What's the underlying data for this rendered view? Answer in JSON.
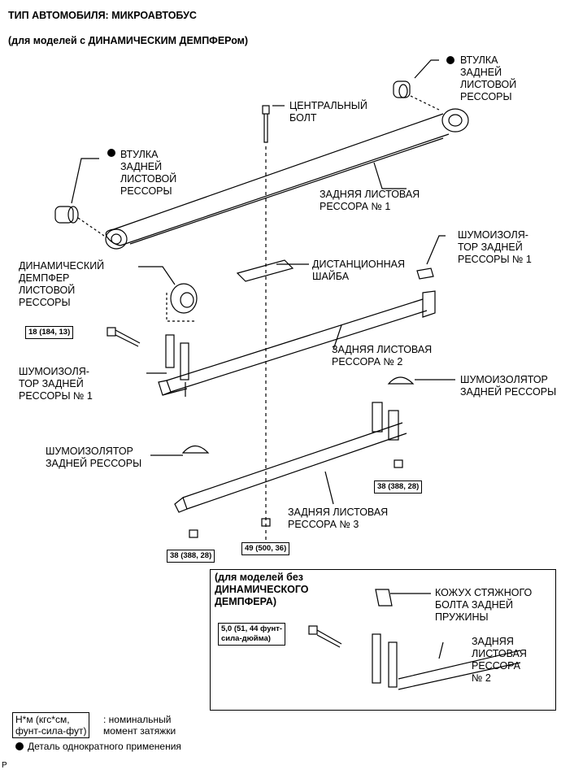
{
  "header": {
    "title": "ТИП АВТОМОБИЛЯ: МИКРОАВТОБУС",
    "subtitle": "(для моделей с ДИНАМИЧЕСКИМ ДЕМПФЕРом)"
  },
  "labels": {
    "bushing_top": [
      "ВТУЛКА",
      "ЗАДНЕЙ",
      "ЛИСТОВОЙ",
      "РЕССОРЫ"
    ],
    "center_bolt": [
      "ЦЕНТРАЛЬНЫЙ",
      "БОЛТ"
    ],
    "bushing_left": [
      "ВТУЛКА",
      "ЗАДНЕЙ",
      "ЛИСТОВОЙ",
      "РЕССОРЫ"
    ],
    "spring1": [
      "ЗАДНЯЯ ЛИСТОВАЯ",
      "РЕССОРА № 1"
    ],
    "insulator_no1_right": [
      "ШУМОИЗОЛЯ-",
      "ТОР ЗАДНЕЙ",
      "РЕССОРЫ № 1"
    ],
    "dynamic_damper": [
      "ДИНАМИЧЕСКИЙ",
      "ДЕМПФЕР",
      "ЛИСТОВОЙ",
      "РЕССОРЫ"
    ],
    "spacer": [
      "ДИСТАНЦИОННАЯ",
      "ШАЙБА"
    ],
    "spring2": [
      "ЗАДНЯЯ ЛИСТОВАЯ",
      "РЕССОРА № 2"
    ],
    "insulator_no1_left": [
      "ШУМОИЗОЛЯ-",
      "ТОР ЗАДНЕЙ",
      "РЕССОРЫ № 1"
    ],
    "insulator_right": [
      "ШУМОИЗОЛЯТОР",
      "ЗАДНЕЙ РЕССОРЫ"
    ],
    "insulator_left": [
      "ШУМОИЗОЛЯТОР",
      "ЗАДНЕЙ РЕССОРЫ"
    ],
    "spring3": [
      "ЗАДНЯЯ ЛИСТОВАЯ",
      "РЕССОРА № 3"
    ]
  },
  "torque": {
    "t1": "18 (184, 13)",
    "t2": "38 (388, 28)",
    "t3": "38 (388, 28)",
    "t4": "49 (500, 36)",
    "t5_line1": "5,0 (51, 44 фунт-",
    "t5_line2": "сила-дюйма)"
  },
  "inset": {
    "title": [
      "(для моделей без",
      "ДИНАМИЧЕСКОГО",
      "ДЕМПФЕРА)"
    ],
    "cover": [
      "КОЖУХ СТЯЖНОГО",
      "БОЛТА ЗАДНЕЙ",
      "ПРУЖИНЫ"
    ],
    "spring2": [
      "ЗАДНЯЯ",
      "ЛИСТОВАЯ",
      "РЕССОРА",
      "№ 2"
    ]
  },
  "legend": {
    "box_line1": "Н*м (кгс*см,",
    "box_line2": "фунт-сила-фут)",
    "desc_line1": ": номинальный",
    "desc_line2": "момент затяжки",
    "single_use": "Деталь однократного применения",
    "corner": "P"
  }
}
